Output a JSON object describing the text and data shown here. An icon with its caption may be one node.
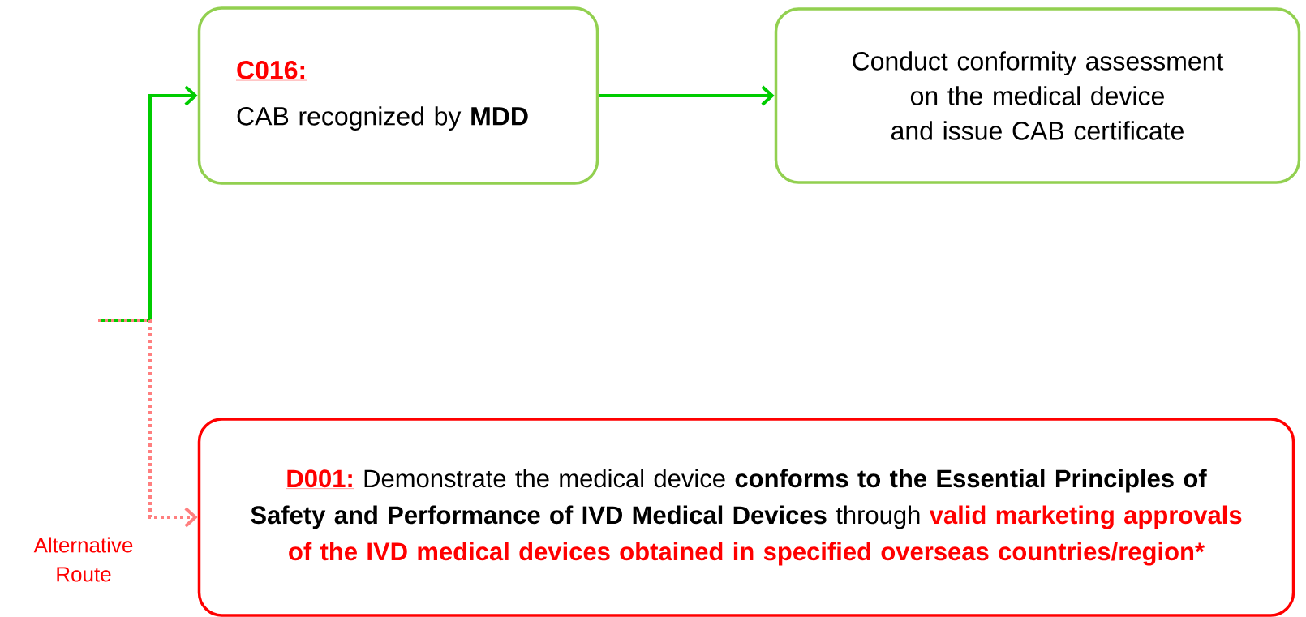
{
  "diagram": {
    "nodes": [
      {
        "text": [
          "C016:",
          "CAB recognized by **MDD**"
        ]
      },
      {
        "text": [
          "Conduct conformity assessment on the medical device and issue CAB certificate"
        ]
      },
      {
        "text": [
          "D001:",
          "Demonstrate the medical device **conforms to the Essential Principles of Safety and Performance of IVD Medical Devices** through",
          "valid marketing approvals of the IVD medical devices obtained in specified overseas countries/region*"
        ]
      }
    ],
    "edges": [
      {
        "from": null,
        "to": 0,
        "arrow": "to"
      },
      {
        "from": null,
        "to": 2,
        "arrow": "to",
        "style": "dashed",
        "color": "#ff7f7f",
        "label": "Alternative Route"
      },
      {
        "from": 0,
        "to": 1,
        "arrow": "to"
      }
    ]
  }
}
